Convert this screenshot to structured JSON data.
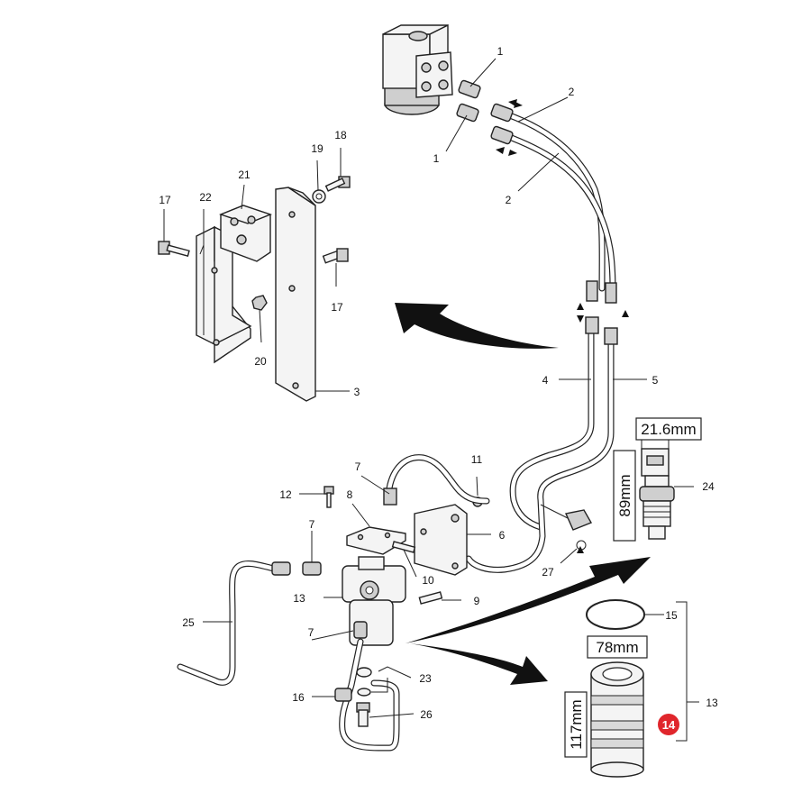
{
  "callouts": {
    "p1a": "1",
    "p1b": "1",
    "p2a": "2",
    "p2b": "2",
    "p3": "3",
    "p4": "4",
    "p5": "5",
    "p6": "6",
    "p7a": "7",
    "p7b": "7",
    "p7c": "7",
    "p8": "8",
    "p9": "9",
    "p10": "10",
    "p11": "11",
    "p12": "12",
    "p13a": "13",
    "p13b": "13",
    "p15": "15",
    "p16": "16",
    "p17a": "17",
    "p17b": "17",
    "p18": "18",
    "p19": "19",
    "p20": "20",
    "p21": "21",
    "p22": "22",
    "p23": "23",
    "p24": "24",
    "p25": "25",
    "p26": "26",
    "p27": "27"
  },
  "dimensions": {
    "sensor_width": "21.6mm",
    "sensor_height": "89mm",
    "filter_width": "78mm",
    "filter_height": "117mm"
  },
  "highlight": {
    "label": "14",
    "color": "#e0262c"
  }
}
